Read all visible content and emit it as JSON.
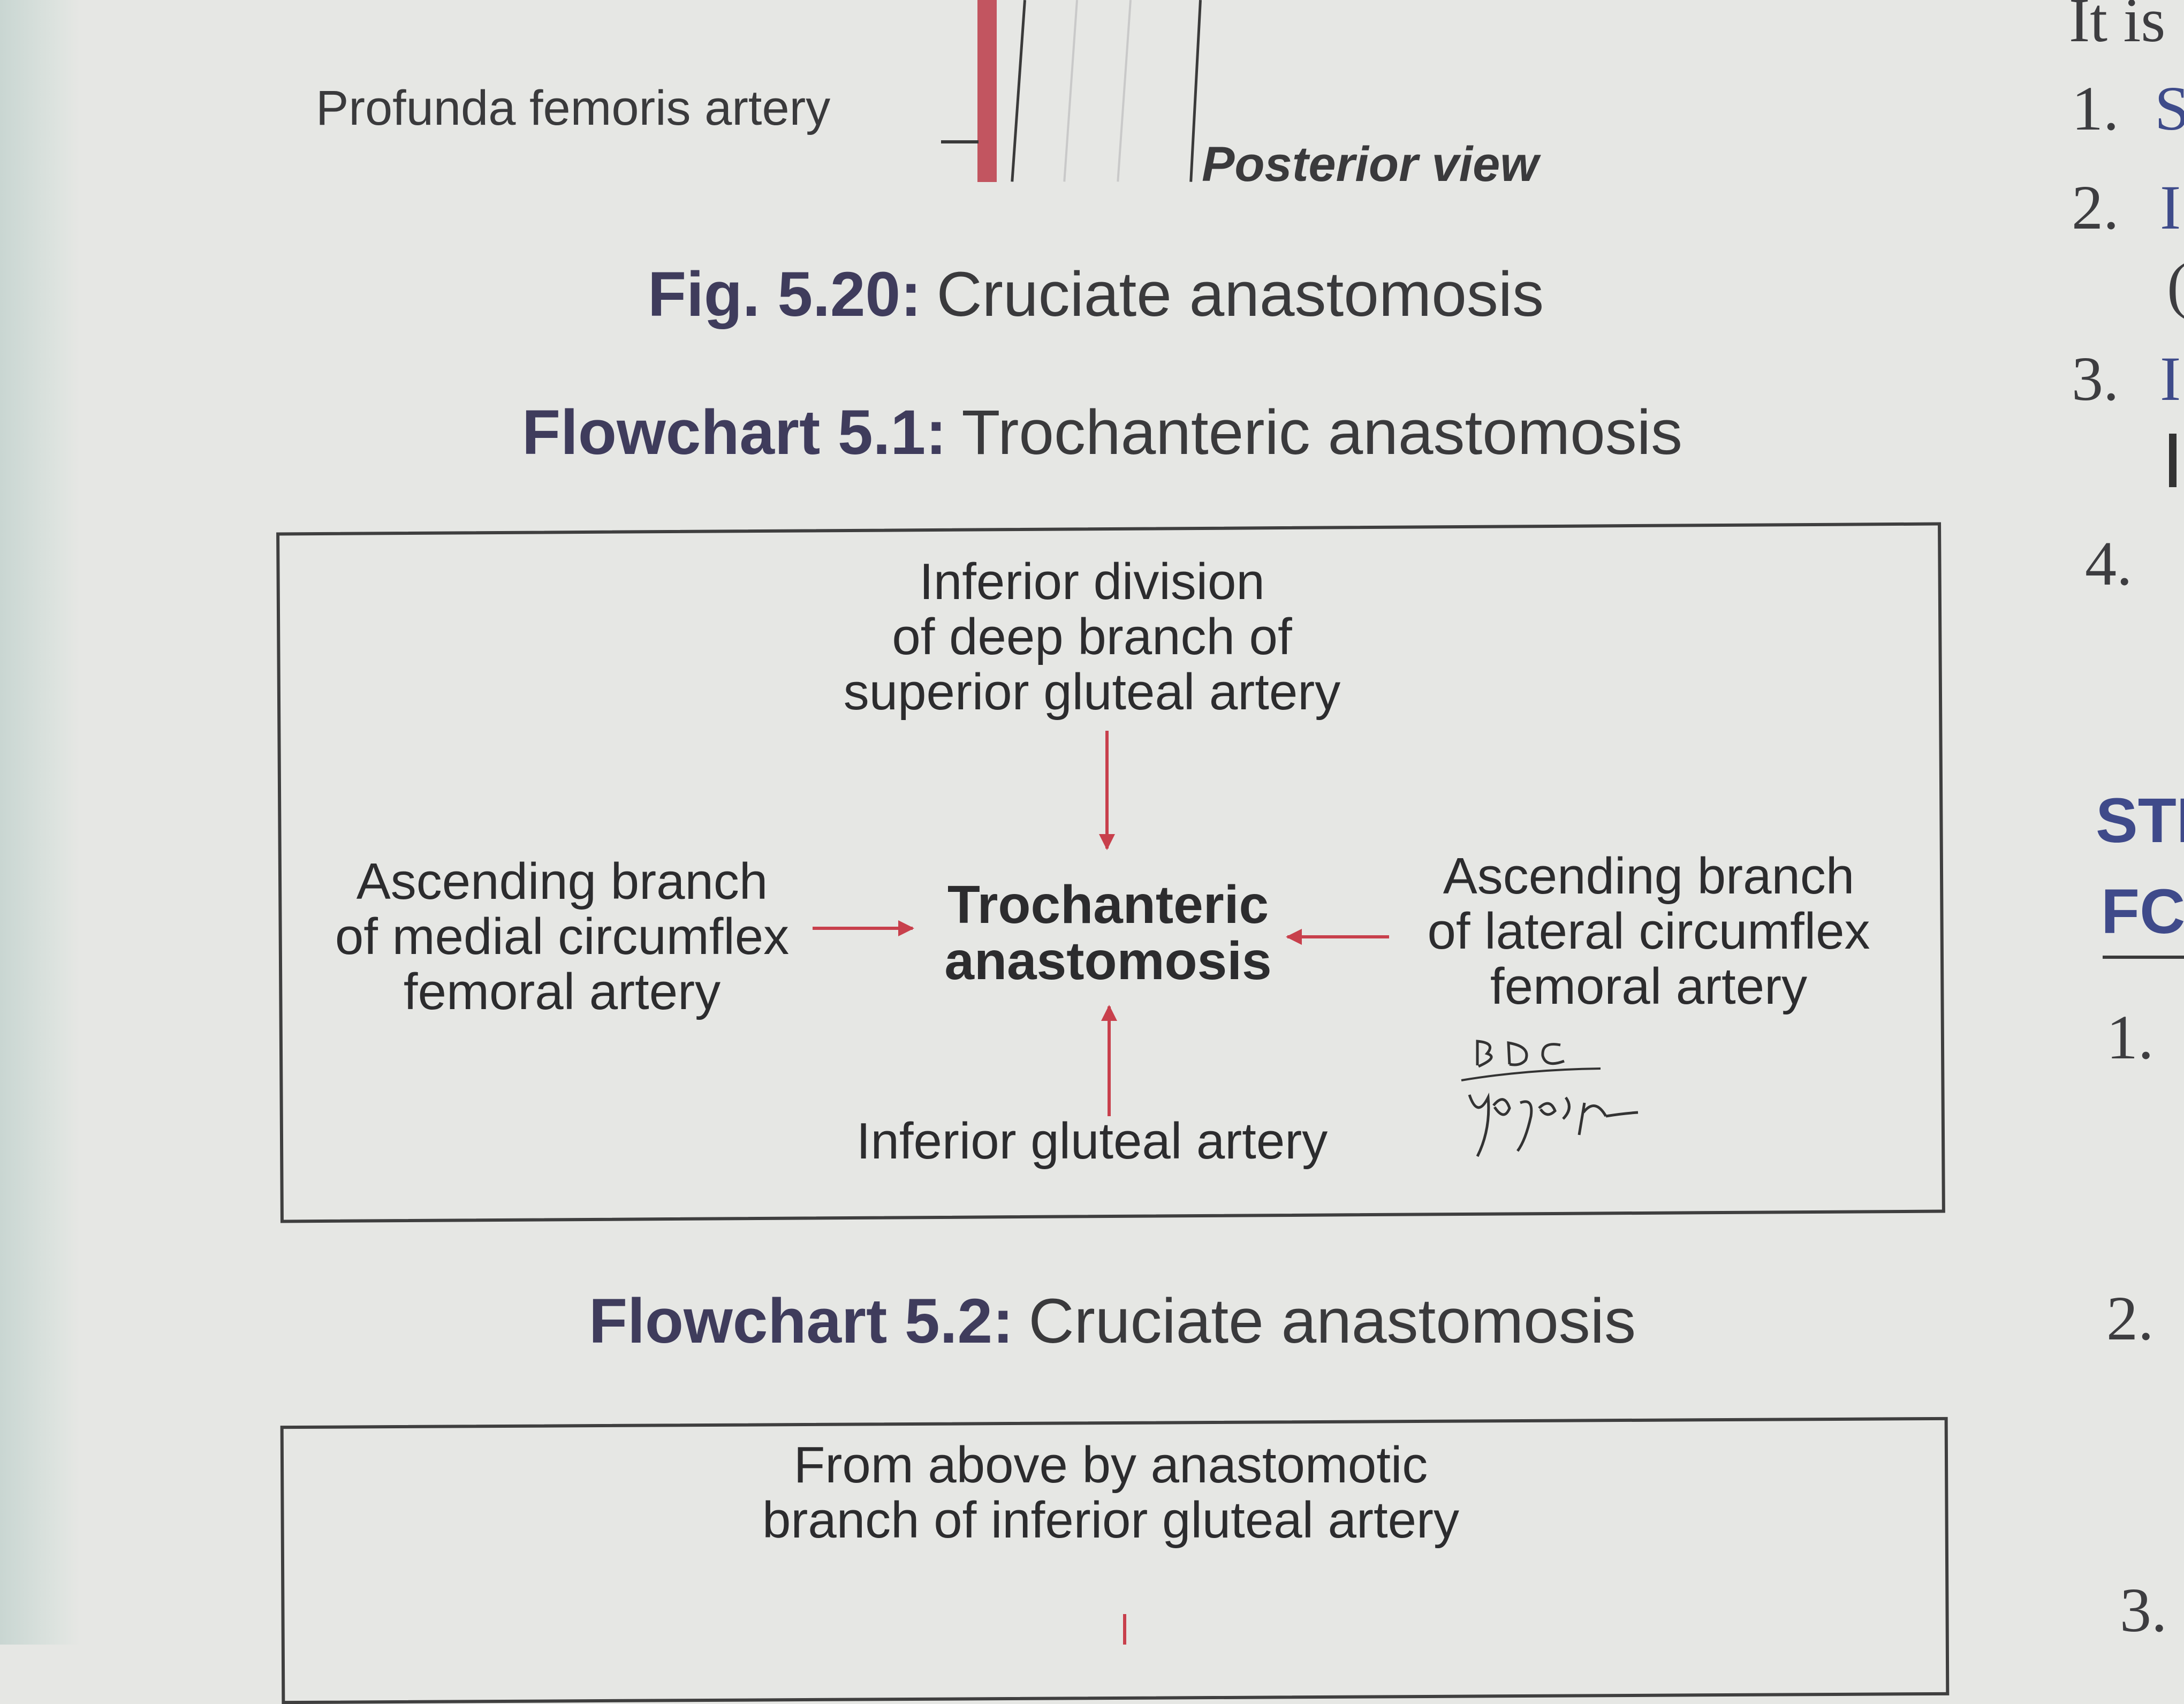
{
  "figure": {
    "label_profunda": "Profunda femoris artery",
    "label_posterior": "Posterior view",
    "caption_label": "Fig. 5.20:",
    "caption_text": "Cruciate anastomosis"
  },
  "flowchart_1": {
    "caption_label": "Flowchart 5.1:",
    "caption_text": "Trochanteric anastomosis",
    "top": [
      "Inferior division",
      "of deep branch of",
      "superior gluteal artery"
    ],
    "left": [
      "Ascending branch",
      "of medial circumflex",
      "femoral artery"
    ],
    "center": [
      "Trochanteric",
      "anastomosis"
    ],
    "right": [
      "Ascending branch",
      "of lateral circumflex",
      "femoral artery"
    ],
    "bottom": "Inferior gluteal artery",
    "signature": "BDC yogesh",
    "arrow_color": "#c8404c"
  },
  "flowchart_2": {
    "caption_label": "Flowchart 5.2:",
    "caption_text": "Cruciate anastomosis",
    "from_above": [
      "From above by anastomotic",
      "branch of inferior gluteal artery"
    ]
  },
  "right_margin": {
    "top_text": "It is",
    "items": [
      "1.",
      "2.",
      "3.",
      "4."
    ],
    "partial_letters": [
      "S",
      "I",
      "I"
    ],
    "paren": "(",
    "heading": [
      "STI",
      "FC"
    ],
    "numbers": [
      "1.",
      "2.",
      "3."
    ]
  }
}
